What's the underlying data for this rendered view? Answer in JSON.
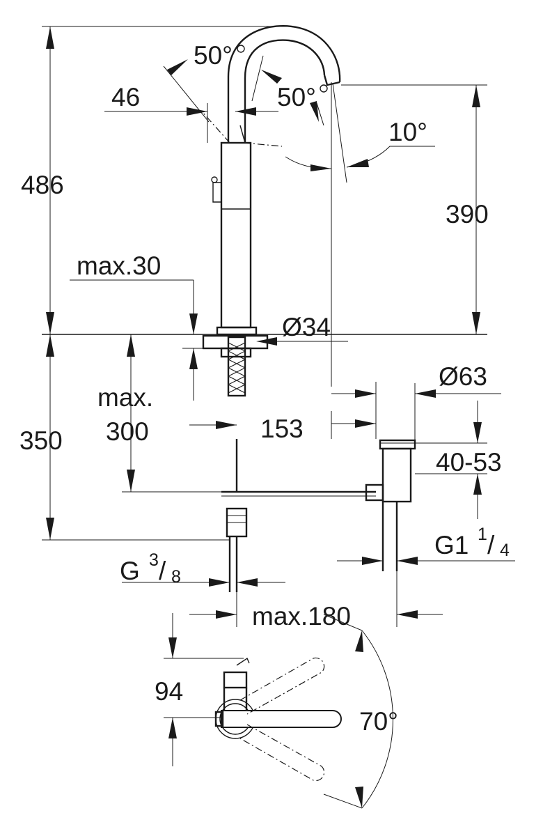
{
  "colors": {
    "ink": "#1a1a1a",
    "background": "#ffffff"
  },
  "dimensions": {
    "spout_angle_left": "50°",
    "spout_angle_right": "50°",
    "offset_46": "46",
    "tilt_angle": "10°",
    "total_height": "486",
    "spout_height": "390",
    "deck_thickness": "max.30",
    "body_diameter": "Ø34",
    "hose_length_line1": "max.",
    "hose_length_line2": "300",
    "below_deck": "350",
    "waste_offset": "153",
    "waste_diameter": "Ø63",
    "basin_thickness": "40-53",
    "waste_thread_main": "G1",
    "waste_thread_num": "1",
    "waste_thread_den": "4",
    "inlet_thread_main": "G",
    "inlet_thread_num": "3",
    "inlet_thread_den": "8",
    "max_reach": "max.180",
    "lever_offset": "94",
    "lever_angle": "70°"
  }
}
